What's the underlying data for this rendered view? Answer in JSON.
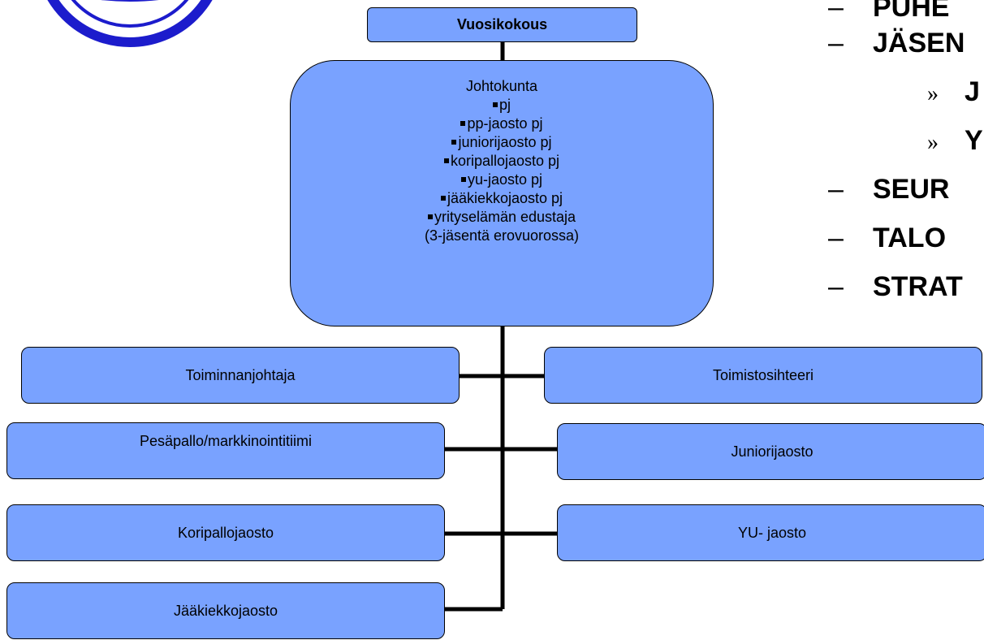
{
  "org_chart": {
    "top": "Vuosikokous",
    "board": {
      "title": "Johtokunta",
      "members": [
        "pj",
        "pp-jaosto pj",
        "juniorijaosto pj",
        "koripallojaosto pj",
        "yu-jaosto pj",
        "jääkiekkojaosto pj",
        "yrityselämän edustaja"
      ],
      "note": "(3-jäsentä erovuorossa)"
    },
    "left": [
      "Toiminnanjohtaja",
      "Pesäpallo/markkinointitiimi",
      "Koripallojaosto",
      "Jääkiekkojaosto"
    ],
    "right": [
      "Toimistosihteeri",
      "Juniorijaosto",
      "YU- jaosto"
    ]
  },
  "agenda_items": [
    {
      "marker": "–",
      "text": "PUHE",
      "level": 1
    },
    {
      "marker": "–",
      "text": "JÄSEN",
      "level": 1
    },
    {
      "marker": "»",
      "text": "J",
      "level": 2
    },
    {
      "marker": "»",
      "text": "Y",
      "level": 2
    },
    {
      "marker": "–",
      "text": "SEUR",
      "level": 1
    },
    {
      "marker": "–",
      "text": "TALO",
      "level": 1
    },
    {
      "marker": "–",
      "text": "STRAT",
      "level": 1
    }
  ],
  "colors": {
    "box_fill": "#79a2ff",
    "logo_ring": "#1c1ccc"
  }
}
